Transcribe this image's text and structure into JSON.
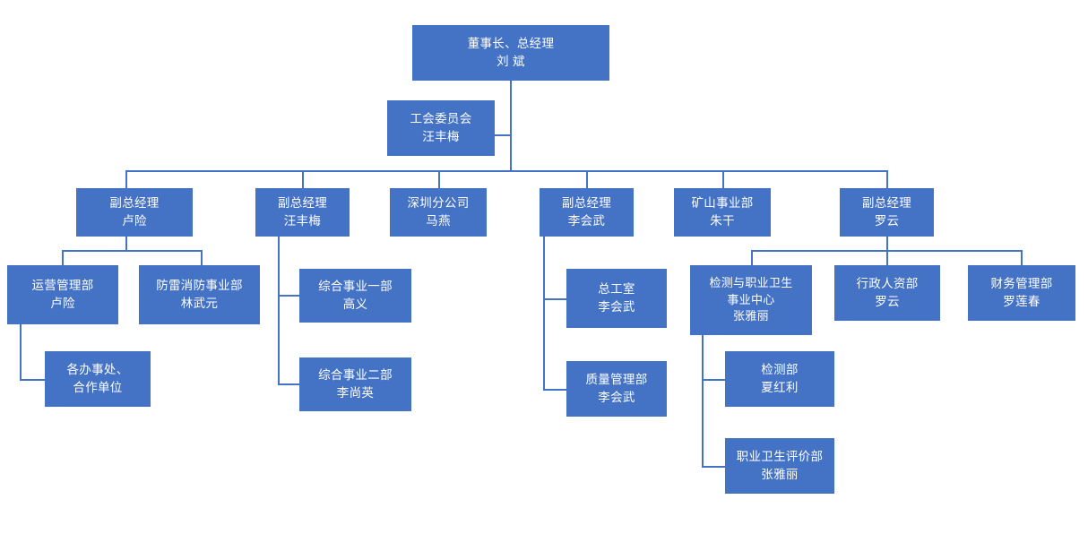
{
  "meta": {
    "title": "组织结构图",
    "type": "org-chart",
    "box_color": "#4472C4",
    "line_color": "#4472C4",
    "text_color": "#FFFFFF",
    "background": "#FFFFFF"
  },
  "nodes": {
    "chairman": {
      "line1": "董事长、总经理",
      "line2": "刘 斌"
    },
    "union": {
      "line1": "工会委员会",
      "line2": "汪丰梅"
    },
    "vp_luxian": {
      "line1": "副总经理",
      "line2": "卢险"
    },
    "vp_wangfengmei": {
      "line1": "副总经理",
      "line2": "汪丰梅"
    },
    "shenzhen_branch": {
      "line1": "深圳分公司",
      "line2": "马燕"
    },
    "vp_lihuiwu": {
      "line1": "副总经理",
      "line2": "李会武"
    },
    "mining_division": {
      "line1": "矿山事业部",
      "line2": "朱干"
    },
    "vp_luoyun": {
      "line1": "副总经理",
      "line2": "罗云"
    },
    "operations_dept": {
      "line1": "运营管理部",
      "line2": "卢险"
    },
    "lightning_fire_division": {
      "line1": "防雷消防事业部",
      "line2": "林武元"
    },
    "offices_partners": {
      "line1": "各办事处、",
      "line2": "合作单位"
    },
    "general_division_1": {
      "line1": "综合事业一部",
      "line2": "高义"
    },
    "general_division_2": {
      "line1": "综合事业二部",
      "line2": "李尚英"
    },
    "chief_engineer_office": {
      "line1": "总工室",
      "line2": "李会武"
    },
    "quality_dept": {
      "line1": "质量管理部",
      "line2": "李会武"
    },
    "testing_health_center": {
      "line1": "检测与职业卫生",
      "line2": "事业中心",
      "line3": "张雅丽"
    },
    "admin_hr_dept": {
      "line1": "行政人资部",
      "line2": "罗云"
    },
    "finance_dept": {
      "line1": "财务管理部",
      "line2": "罗莲春"
    },
    "testing_dept": {
      "line1": "检测部",
      "line2": "夏红利"
    },
    "occupational_health_eval_dept": {
      "line1": "职业卫生评价部",
      "line2": "张雅丽"
    }
  }
}
